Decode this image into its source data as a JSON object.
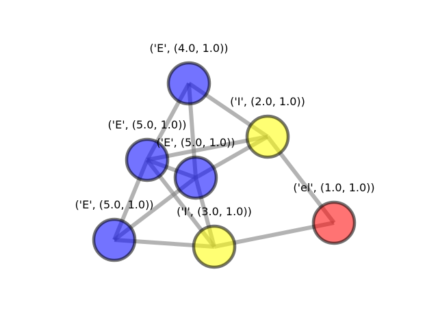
{
  "graph": {
    "node_colors": {
      "E": "#0000ff",
      "I": "#ffff00",
      "el": "#ff0000"
    },
    "nodes": [
      {
        "id": "n1",
        "type": "E",
        "label": "('E', (4.0, 1.0))"
      },
      {
        "id": "n2",
        "type": "I",
        "label": "('I', (2.0, 1.0))"
      },
      {
        "id": "n3",
        "type": "E",
        "label": "('E', (5.0, 1.0))"
      },
      {
        "id": "n4",
        "type": "E",
        "label": "('E', (5.0, 1.0))"
      },
      {
        "id": "n5",
        "type": "el",
        "label": "('el', (1.0, 1.0))"
      },
      {
        "id": "n6",
        "type": "E",
        "label": "('E', (5.0, 1.0))"
      },
      {
        "id": "n7",
        "type": "I",
        "label": "('I', (3.0, 1.0))"
      }
    ],
    "edges": [
      [
        "n1",
        "n2"
      ],
      [
        "n1",
        "n3"
      ],
      [
        "n1",
        "n4"
      ],
      [
        "n2",
        "n3"
      ],
      [
        "n2",
        "n4"
      ],
      [
        "n2",
        "n5"
      ],
      [
        "n3",
        "n4"
      ],
      [
        "n3",
        "n6"
      ],
      [
        "n3",
        "n7"
      ],
      [
        "n4",
        "n6"
      ],
      [
        "n4",
        "n7"
      ],
      [
        "n6",
        "n7"
      ],
      [
        "n7",
        "n5"
      ]
    ]
  }
}
